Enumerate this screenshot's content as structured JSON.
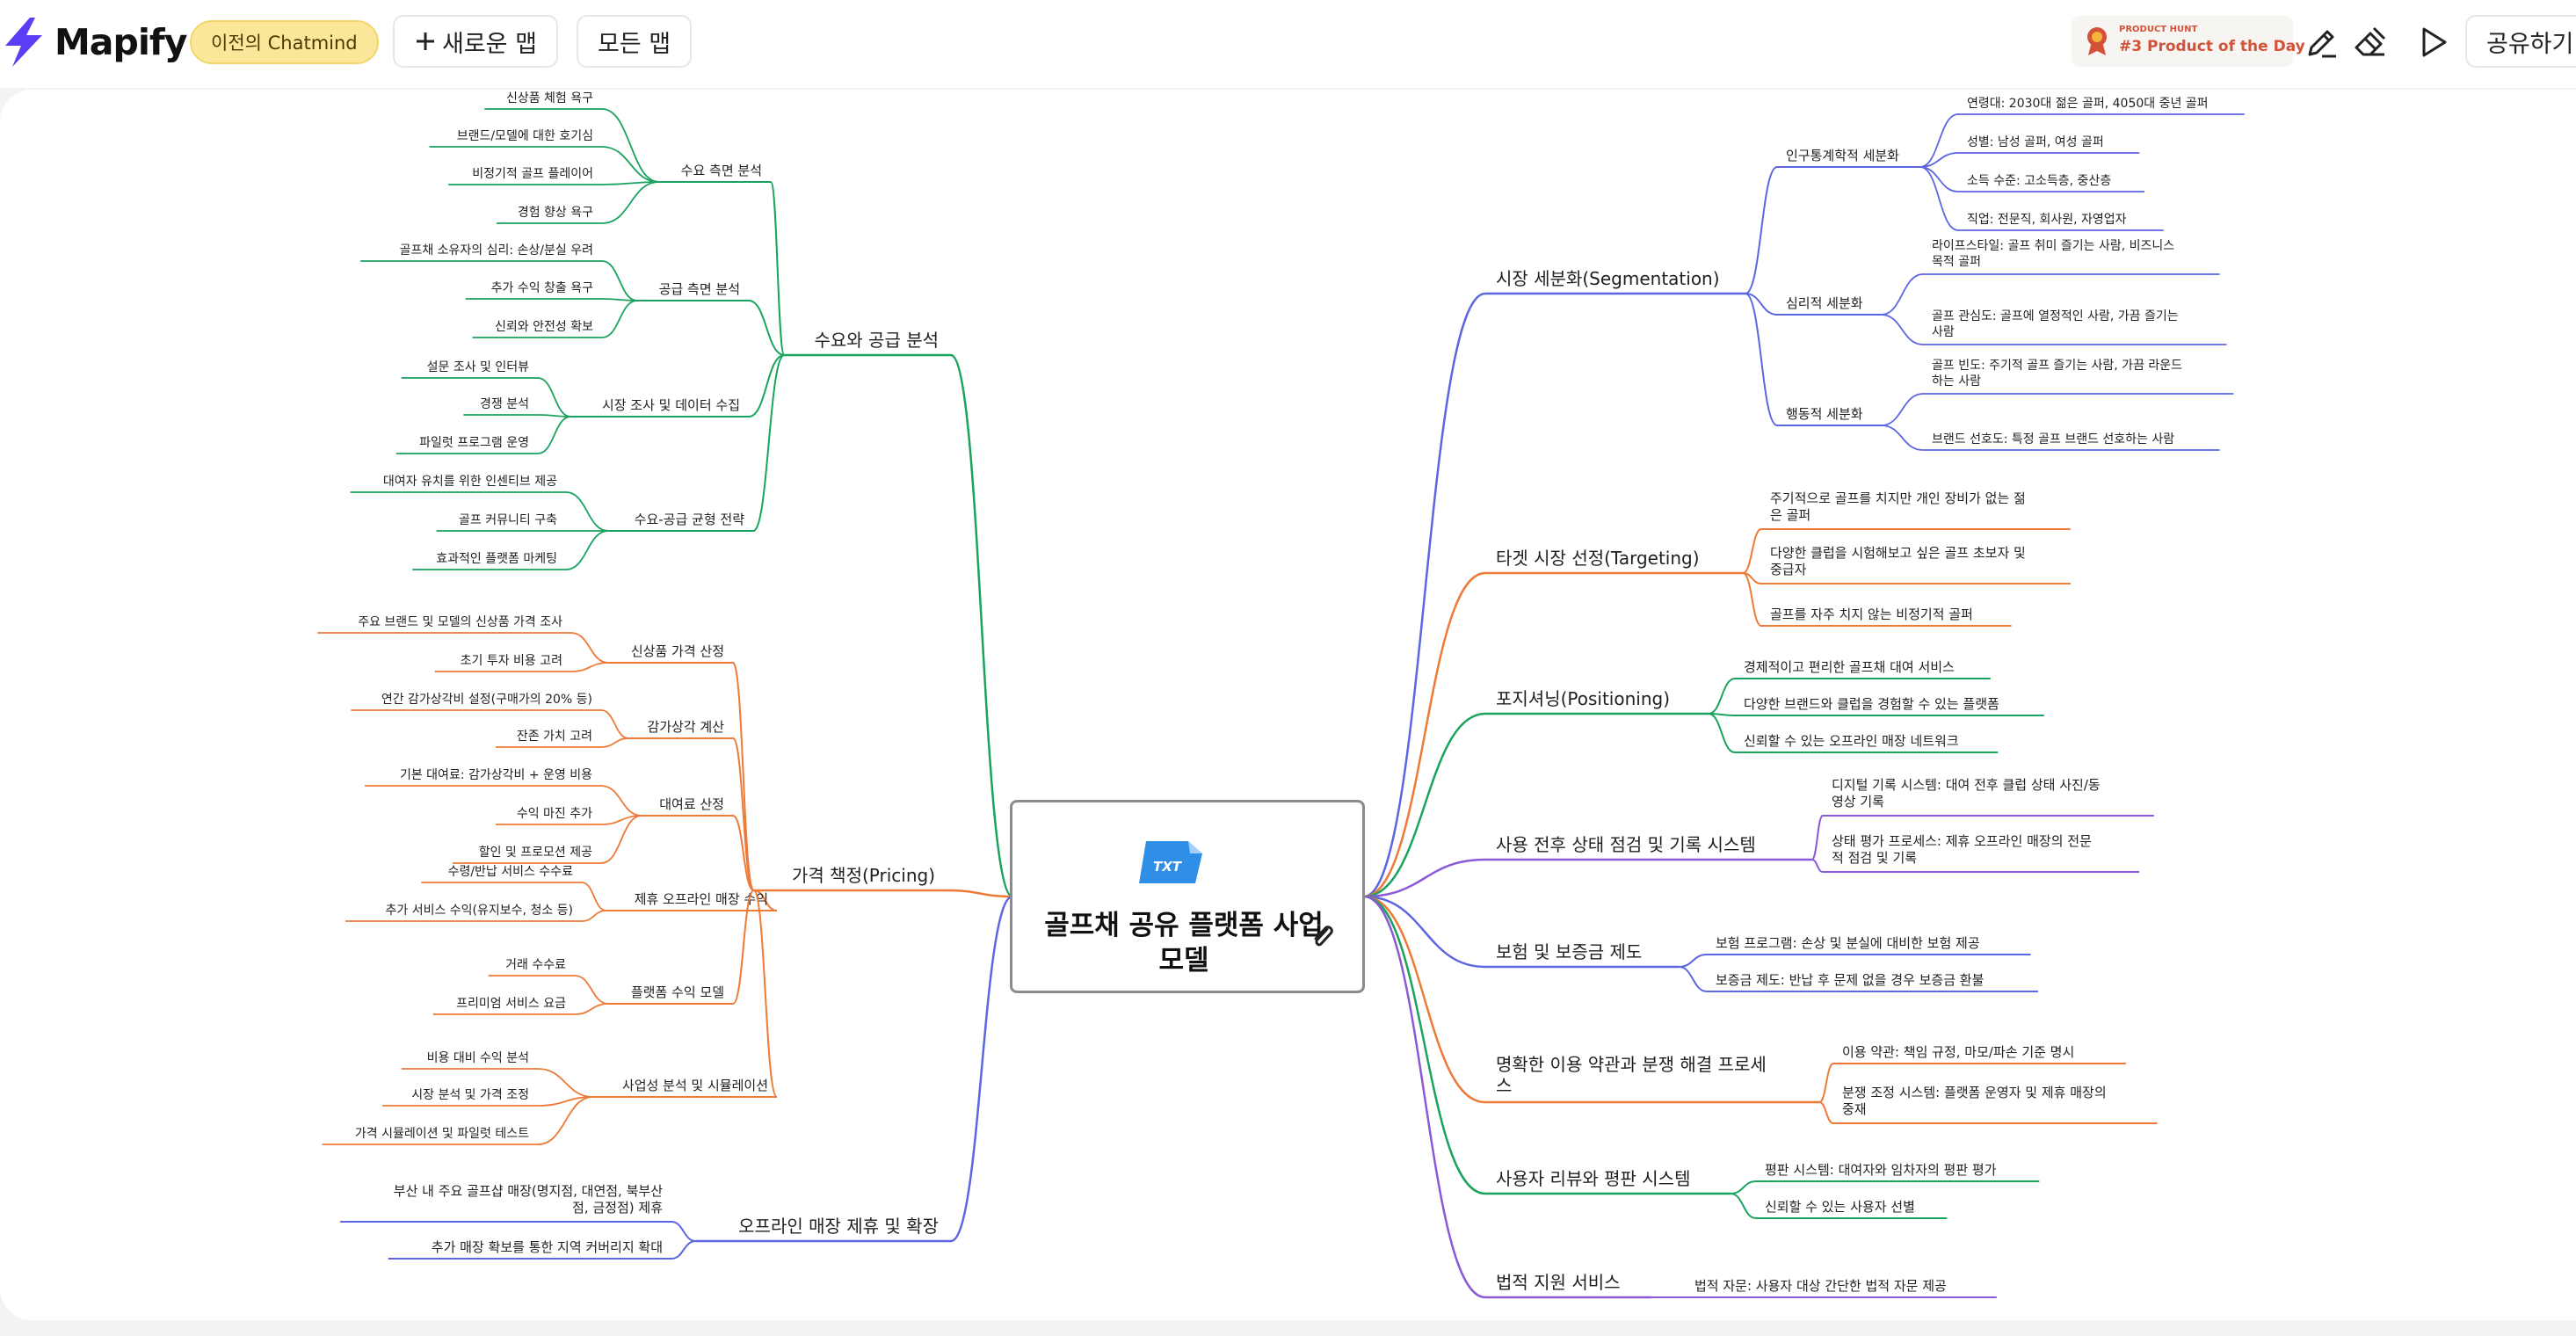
{
  "app": {
    "name": "Mapify",
    "badge": "이전의 Chatmind",
    "new_map": "새로운 맵",
    "all_maps": "모든 맵",
    "product_hunt_small": "PRODUCT HUNT",
    "product_hunt_big": "#3 Product of the Day",
    "share": "공유하기"
  },
  "colors": {
    "green": "#1aa35f",
    "orange": "#ed7a36",
    "blue": "#5b66e0",
    "purple": "#8a5ad6",
    "brand": "#5a3df5"
  },
  "icons": [
    "lightning-logo-icon",
    "plus-icon",
    "award-icon",
    "pen-icon",
    "eraser-icon",
    "play-icon",
    "txt-file-icon",
    "paperclip-icon"
  ],
  "mindmap": {
    "central": "골프채 공유 플랫폼 사업 모델",
    "left": [
      {
        "label": "수요와 공급 분석",
        "color": "green",
        "children": [
          {
            "label": "수요 측면 분석",
            "children": [
              "신상품 체험 욕구",
              "브랜드/모델에 대한 호기심",
              "비정기적 골프 플레이어",
              "경험 향상 욕구"
            ]
          },
          {
            "label": "공급 측면 분석",
            "children": [
              "골프채 소유자의 심리: 손상/분실 우려",
              "추가 수익 창출 욕구",
              "신뢰와 안전성 확보"
            ]
          },
          {
            "label": "시장 조사 및 데이터 수집",
            "children": [
              "설문 조사 및 인터뷰",
              "경쟁 분석",
              "파일럿 프로그램 운영"
            ]
          },
          {
            "label": "수요-공급 균형 전략",
            "children": [
              "대여자 유치를 위한 인센티브 제공",
              "골프 커뮤니티 구축",
              "효과적인 플랫폼 마케팅"
            ]
          }
        ]
      },
      {
        "label": "가격 책정(Pricing)",
        "color": "orange",
        "children": [
          {
            "label": "신상품 가격 산정",
            "children": [
              "주요 브랜드 및 모델의 신상품 가격 조사",
              "초기 투자 비용 고려"
            ]
          },
          {
            "label": "감가상각 계산",
            "children": [
              "연간 감가상각비 설정(구매가의 20% 등)",
              "잔존 가치 고려"
            ]
          },
          {
            "label": "대여료 산정",
            "children": [
              "기본 대여료: 감가상각비 + 운영 비용",
              "수익 마진 추가",
              "할인 및 프로모션 제공"
            ]
          },
          {
            "label": "제휴 오프라인 매장 수익",
            "children": [
              "수령/반납 서비스 수수료",
              "추가 서비스 수익(유지보수, 청소 등)"
            ]
          },
          {
            "label": "플랫폼 수익 모델",
            "children": [
              "거래 수수료",
              "프리미엄 서비스 요금"
            ]
          },
          {
            "label": "사업성 분석 및 시뮬레이션",
            "children": [
              "비용 대비 수익 분석",
              "시장 분석 및 가격 조정",
              "가격 시뮬레이션 및 파일럿 테스트"
            ]
          }
        ]
      },
      {
        "label": "오프라인 매장 제휴 및 확장",
        "color": "blue",
        "children": [
          {
            "label": "부산 내 주요 골프샵 매장(명지점, 대연점, 북부산점, 금정점) 제휴",
            "children": []
          },
          {
            "label": "추가 매장 확보를 통한 지역 커버리지 확대",
            "children": []
          }
        ]
      }
    ],
    "right": [
      {
        "label": "시장 세분화(Segmentation)",
        "color": "blue",
        "children": [
          {
            "label": "인구통계학적 세분화",
            "children": [
              "연령대: 2030대 젊은 골퍼, 4050대 중년 골퍼",
              "성별: 남성 골퍼, 여성 골퍼",
              "소득 수준: 고소득층, 중산층",
              "직업: 전문직, 회사원, 자영업자"
            ]
          },
          {
            "label": "심리적 세분화",
            "children": [
              "라이프스타일: 골프 취미 즐기는 사람, 비즈니스 목적 골퍼",
              "골프 관심도: 골프에 열정적인 사람, 가끔 즐기는 사람"
            ]
          },
          {
            "label": "행동적 세분화",
            "children": [
              "골프 빈도: 주기적 골프 즐기는 사람, 가끔 라운드 하는 사람",
              "브랜드 선호도: 특정 골프 브랜드 선호하는 사람"
            ]
          }
        ]
      },
      {
        "label": "타겟 시장 선정(Targeting)",
        "color": "orange",
        "children": [
          {
            "label": "주기적으로 골프를 치지만 개인 장비가 없는 젊은 골퍼",
            "children": []
          },
          {
            "label": "다양한 클럽을 시험해보고 싶은 골프 초보자 및 중급자",
            "children": []
          },
          {
            "label": "골프를 자주 치지 않는 비정기적 골퍼",
            "children": []
          }
        ]
      },
      {
        "label": "포지셔닝(Positioning)",
        "color": "green",
        "children": [
          {
            "label": "경제적이고 편리한 골프채 대여 서비스",
            "children": []
          },
          {
            "label": "다양한 브랜드와 클럽을 경험할 수 있는 플랫폼",
            "children": []
          },
          {
            "label": "신뢰할 수 있는 오프라인 매장 네트워크",
            "children": []
          }
        ]
      },
      {
        "label": "사용 전후 상태 점검 및 기록 시스템",
        "color": "purple",
        "children": [
          {
            "label": "디지털 기록 시스템: 대여 전후 클럽 상태 사진/동영상 기록",
            "children": []
          },
          {
            "label": "상태 평가 프로세스: 제휴 오프라인 매장의 전문적 점검 및 기록",
            "children": []
          }
        ]
      },
      {
        "label": "보험 및 보증금 제도",
        "color": "blue",
        "children": [
          {
            "label": "보험 프로그램: 손상 및 분실에 대비한 보험 제공",
            "children": []
          },
          {
            "label": "보증금 제도: 반납 후 문제 없을 경우 보증금 환불",
            "children": []
          }
        ]
      },
      {
        "label": "명확한 이용 약관과 분쟁 해결 프로세스",
        "color": "orange",
        "children": [
          {
            "label": "이용 약관: 책임 규정, 마모/파손 기준 명시",
            "children": []
          },
          {
            "label": "분쟁 조정 시스템: 플랫폼 운영자 및 제휴 매장의 중재",
            "children": []
          }
        ]
      },
      {
        "label": "사용자 리뷰와 평판 시스템",
        "color": "green",
        "children": [
          {
            "label": "평판 시스템: 대여자와 임차자의 평판 평가",
            "children": []
          },
          {
            "label": "신뢰할 수 있는 사용자 선별",
            "children": []
          }
        ]
      },
      {
        "label": "법적 지원 서비스",
        "color": "purple",
        "children": [
          {
            "label": "법적 자문: 사용자 대상 간단한 법적 자문 제공",
            "children": []
          }
        ]
      }
    ]
  }
}
